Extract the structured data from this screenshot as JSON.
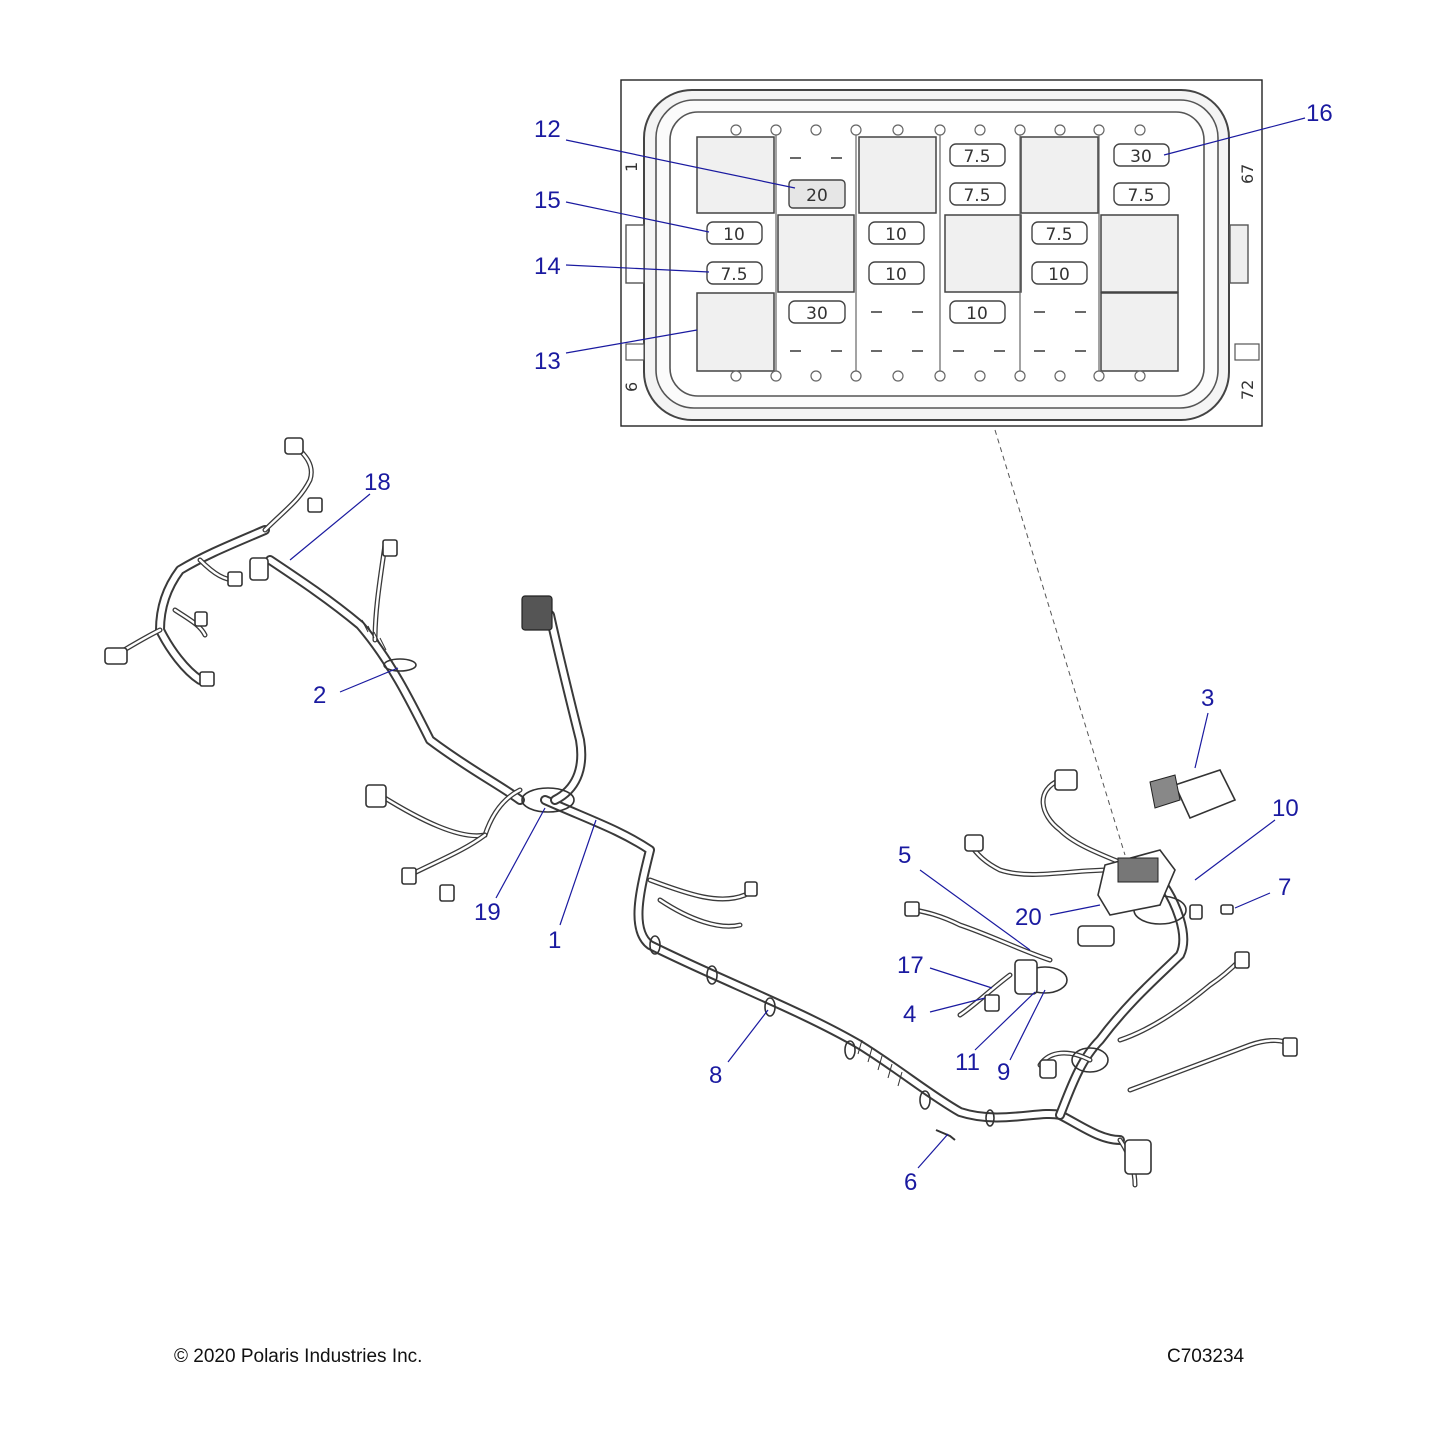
{
  "callouts": {
    "c1": "1",
    "c2": "2",
    "c3": "3",
    "c4": "4",
    "c5": "5",
    "c6": "6",
    "c7": "7",
    "c8": "8",
    "c9": "9",
    "c10": "10",
    "c11": "11",
    "c12": "12",
    "c13": "13",
    "c14": "14",
    "c15": "15",
    "c16": "16",
    "c17": "17",
    "c18": "18",
    "c19": "19",
    "c20": "20"
  },
  "fuse_box": {
    "edge_labels": {
      "top_left": "1",
      "top_right": "67",
      "bottom_left": "6",
      "bottom_right": "72"
    },
    "fuses": {
      "f12": "20",
      "f15": "10",
      "f14": "7.5",
      "f_mid_left": "30",
      "f_c2_a": "10",
      "f_c2_b": "10",
      "f_c3_top1": "7.5",
      "f_c3_top2": "7.5",
      "f_c3_bot": "10",
      "f_c4_a": "7.5",
      "f_c4_b": "10",
      "f16": "30",
      "f_c5_b": "7.5"
    }
  },
  "footer": {
    "copyright": "© 2020 Polaris Industries Inc.",
    "drawing_id": "C703234"
  }
}
